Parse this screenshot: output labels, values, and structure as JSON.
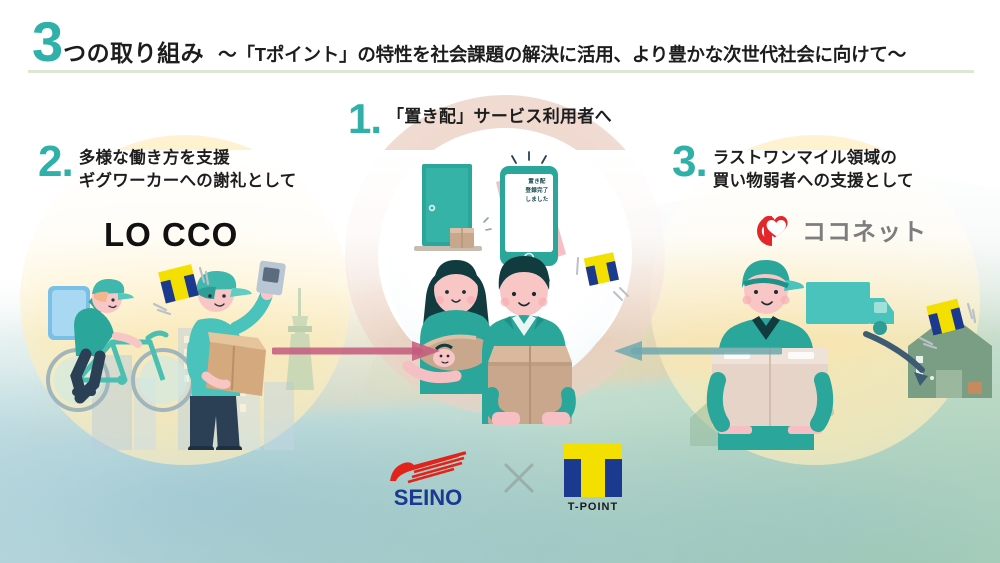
{
  "header": {
    "big_number": "3",
    "main_title": "つの取り組み",
    "subtitle": "～「Tポイント」の特性を社会課題の解決に活用、より豊かな次世代社会に向けて～",
    "accent_color": "#2fb0a8",
    "rule_color": "#dbe9d2"
  },
  "sections": [
    {
      "number": "1.",
      "lines": [
        "「置き配」サービス利用者へ"
      ],
      "position": "center"
    },
    {
      "number": "2.",
      "lines": [
        "多様な働き方を支援",
        "ギグワーカーへの謝礼として"
      ],
      "position": "left",
      "brand": "LO CCO"
    },
    {
      "number": "3.",
      "lines": [
        "ラストワンマイル領域の",
        "買い物弱者への支援として"
      ],
      "position": "right",
      "brand": "ココネット",
      "brand_color": "#e3262c"
    }
  ],
  "illustration": {
    "phone_message": [
      "置き配",
      "登録完了",
      "しました"
    ],
    "flag_label": "T",
    "flag_colors": {
      "yellow": "#f4e000",
      "blue": "#1b3a8f"
    },
    "arrow_left_color": "#c45b7e",
    "arrow_right_color": "#6fa9ae"
  },
  "bottom_logos": {
    "left_logo_text": "SEINO",
    "left_logo_color": "#1a3a8f",
    "left_mark_color": "#e2231a",
    "separator": "×",
    "right_logo_text": "T-POINT",
    "right_logo_square_color": "#f4e000",
    "right_logo_bar_color": "#1b3a8f"
  },
  "palette": {
    "teal": "#2fb0a8",
    "illustration_green": "#2aa69b",
    "skin": "#f9c6c6",
    "hair_dark": "#123b3f",
    "box_brown": "#c9a78c",
    "bg_yellow": "#fde8af",
    "bg_peach": "#e8c8ba"
  }
}
